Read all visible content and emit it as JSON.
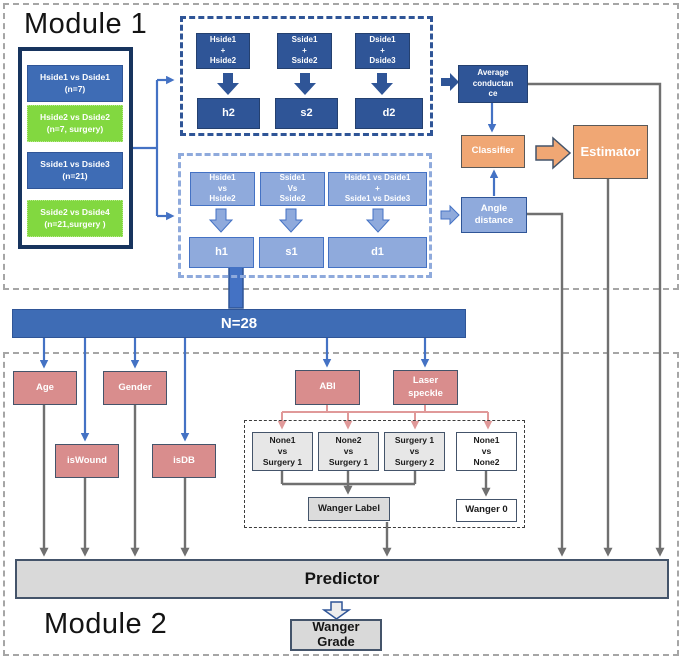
{
  "module1": {
    "title": "Module 1",
    "cohorts": [
      {
        "label": "Hside1 vs Dside1\n(n=7)",
        "color": "blue"
      },
      {
        "label": "Hside2 vs Dside2\n(n=7, surgery)",
        "color": "green"
      },
      {
        "label": "Sside1 vs Dside3\n(n=21)",
        "color": "blue"
      },
      {
        "label": "Sside2 vs Dside4\n(n=21,surgery )",
        "color": "green"
      }
    ],
    "upper": {
      "in": [
        "Hside1\n+\nHside2",
        "Sside1\n+\nSside2",
        "Dside1\n+\nDside3"
      ],
      "out": [
        "h2",
        "s2",
        "d2"
      ]
    },
    "lower": {
      "in": [
        "Hside1\nvs\nHside2",
        "Sside1\nVs\nSside2",
        "Hside1 vs Dside1\n+\nSside1 vs Dside3"
      ],
      "out": [
        "h1",
        "s1",
        "d1"
      ]
    },
    "average_conductance": "Average\nconductan\nce",
    "classifier": "Classifier",
    "angle_distance": "Angle\ndistance",
    "estimator": "Estimator"
  },
  "n_bar": {
    "label": "N=28"
  },
  "module2": {
    "title": "Module 2",
    "features": [
      "Age",
      "Gender",
      "ABI",
      "Laser\nspeckle"
    ],
    "derived": [
      "isWound",
      "isDB"
    ],
    "comparisons": [
      "None1\nvs\nSurgery 1",
      "None2\nvs\nSurgery 1",
      "Surgery 1\nvs\nSurgery 2",
      "None1\nvs\nNone2"
    ],
    "wanger_label": "Wanger Label",
    "wanger_zero": "Wanger 0",
    "predictor": "Predictor",
    "wanger_grade": "Wanger\nGrade"
  },
  "colors": {
    "navy": "#2f5597",
    "blue": "#3e6cb5",
    "light_blue": "#8faadc",
    "green": "#82d840",
    "orange": "#f0a774",
    "pink": "#d98d8d",
    "gray_fill": "#d9d9d9",
    "wire_gray": "#707070",
    "wire_blue": "#4472c4",
    "wire_pink": "#e09999",
    "frame_dash": "#a6a6a6"
  }
}
